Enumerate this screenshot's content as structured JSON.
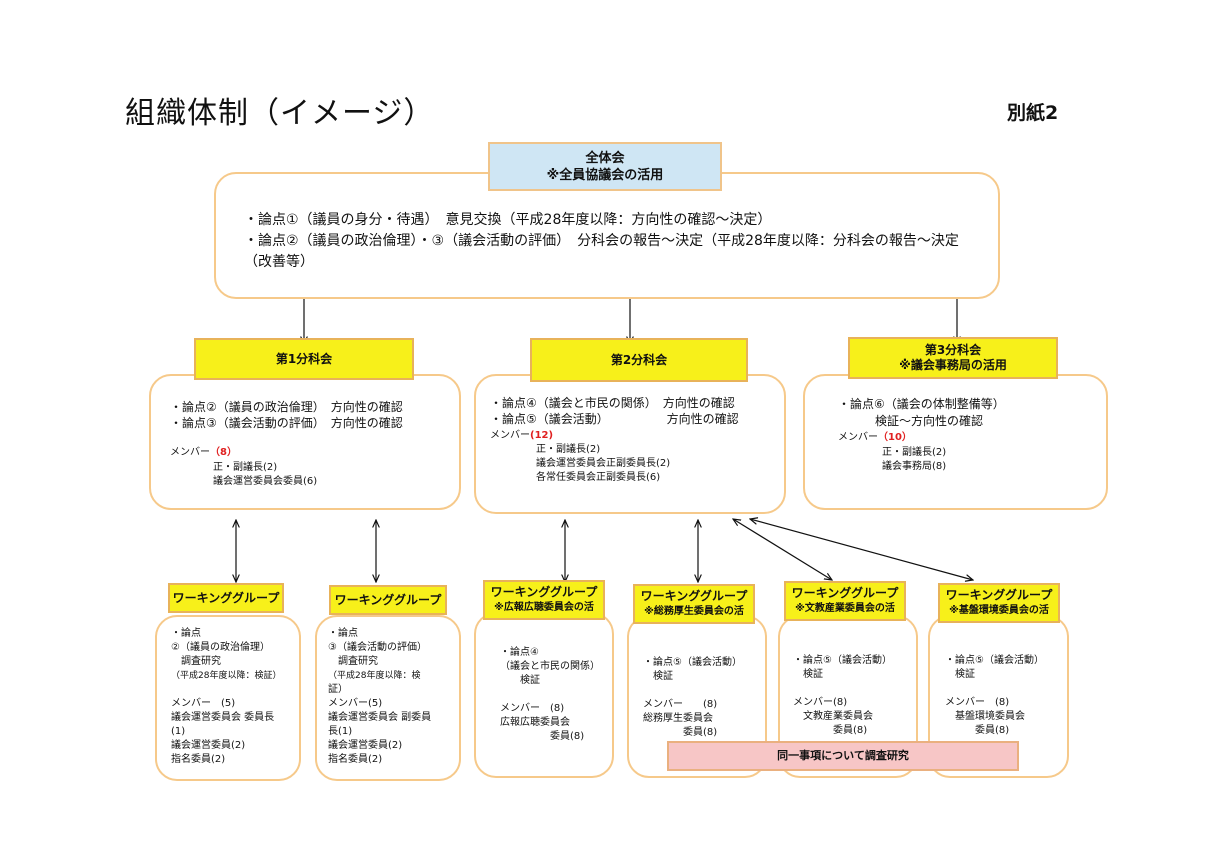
{
  "title": "組織体制（イメージ）",
  "attachment": "別紙2",
  "plenary": {
    "title": "全体会",
    "sub": "※全員協議会の活用",
    "line1": "・論点①（議員の身分・待遇）　意見交換（平成28年度以降：方向性の確認～決定）",
    "line2": "・論点②（議員の政治倫理）・③（議会活動の評価）　分科会の報告～決定（平成28年度以降：分科会の報告～決定",
    "line3": "（改善等）"
  },
  "sub1": {
    "title": "第1分科会",
    "l1": "・論点②（議員の政治倫理）　方向性の確認",
    "l2": "・論点③（議会活動の評価）　方向性の確認",
    "member_label": "メンバー",
    "member_count": "（8）",
    "m1": "正・副議長(2)",
    "m2": "議会運営委員会委員(6)"
  },
  "sub2": {
    "title": "第2分科会",
    "l1": "・論点④（議会と市民の関係）　方向性の確認",
    "l2": "・論点⑤（議会活動）　　　　　 方向性の確認",
    "member_label": "メンバー",
    "member_count": "(12)",
    "m1": "正・副議長(2)",
    "m2": "議会運営委員会正副委員長(2)",
    "m3": "各常任委員会正副委員長(6)"
  },
  "sub3": {
    "title": "第3分科会",
    "sub": "※議会事務局の活用",
    "l1": "・論点⑥（議会の体制整備等）",
    "l2": "検証～方向性の確認",
    "member_label": "メンバー",
    "member_count": "（10）",
    "m1": "正・副議長(2)",
    "m2": "議会事務局(8)"
  },
  "wg": [
    {
      "title": "ワーキンググループ",
      "sub": "",
      "lines": [
        "・論点",
        "②（議員の政治倫理）",
        "　調査研究",
        "（平成28年度以降：検証）",
        "",
        "メンバー　(5)",
        "議会運営委員会 委員長",
        "(1)",
        "議会運営委員(2)",
        "指名委員(2)"
      ]
    },
    {
      "title": "ワーキンググループ",
      "sub": "",
      "lines": [
        "・論点",
        "③（議会活動の評価）",
        "　調査研究",
        "（平成28年度以降：検",
        "証）",
        "メンバー(5)",
        "議会運営委員会 副委員",
        "長(1)",
        "議会運営委員(2)",
        "指名委員(2)"
      ]
    },
    {
      "title": "ワーキンググループ",
      "sub": "※広報広聴委員会の活",
      "lines": [
        "・論点④",
        "（議会と市民の関係）",
        "　　検証",
        "",
        "メンバー　(8)",
        "広報広聴委員会",
        "　　　　　委員(8)"
      ]
    },
    {
      "title": "ワーキンググループ",
      "sub": "※総務厚生委員会の活",
      "lines": [
        "・論点⑤（議会活動）",
        "　検証",
        "",
        "メンバー　　(8)",
        "総務厚生委員会",
        "　　　　委員(8)"
      ]
    },
    {
      "title": "ワーキンググループ",
      "sub": "※文教産業委員会の活",
      "lines": [
        "・論点⑤（議会活動）",
        "　検証",
        "",
        "メンバー(8)",
        "　文教産業委員会",
        "　　　　委員(8)"
      ]
    },
    {
      "title": "ワーキンググループ",
      "sub": "※基盤環境委員会の活",
      "lines": [
        "・論点⑤（議会活動）",
        "　検証",
        "",
        "メンバー　(8)",
        "　基盤環境委員会",
        "　　　委員(8)"
      ]
    }
  ],
  "joint_note": "同一事項について調査研究"
}
